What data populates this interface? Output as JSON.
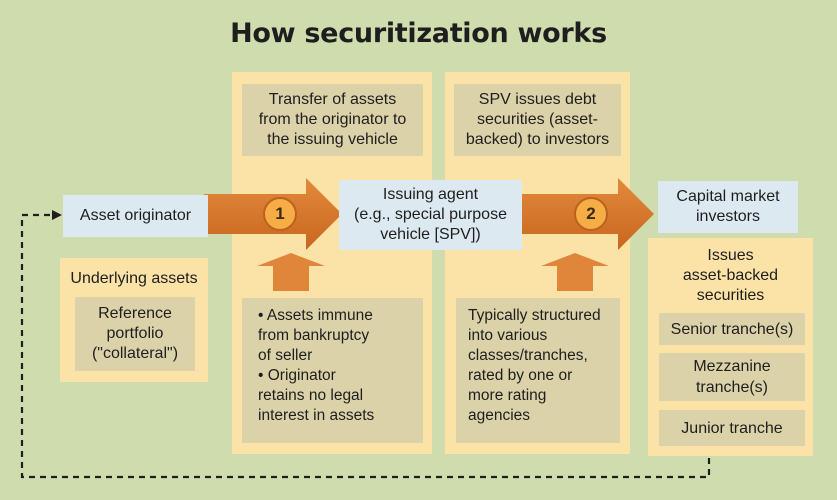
{
  "title": "How securitization works",
  "step1": {
    "number": "1",
    "header": [
      "Transfer of assets",
      "from the originator to",
      "the issuing vehicle"
    ],
    "notes": [
      "• Assets immune",
      "from bankruptcy",
      "of seller",
      "• Originator",
      "retains no legal",
      "interest in assets"
    ]
  },
  "step2": {
    "number": "2",
    "header": [
      "SPV issues debt",
      "securities (asset-",
      "backed) to investors"
    ],
    "notes": [
      "Typically structured",
      "into various",
      "classes/tranches,",
      "rated by one or",
      "more rating",
      "agencies"
    ]
  },
  "originator": {
    "label": "Asset originator",
    "underlying_label": "Underlying assets",
    "reference": [
      "Reference",
      "portfolio",
      "(\"collateral\")"
    ]
  },
  "issuing_agent": [
    "Issuing agent",
    "(e.g., special purpose",
    "vehicle [SPV])"
  ],
  "investors": {
    "label": [
      "Capital market",
      "investors"
    ],
    "issues": [
      "Issues",
      "asset-backed",
      "securities"
    ],
    "tranches": [
      [
        "Senior tranche(s)"
      ],
      [
        "Mezzanine",
        "tranche(s)"
      ],
      [
        "Junior tranche"
      ]
    ]
  },
  "colors": {
    "background": "#cfdcae",
    "column": "#fbe2a6",
    "note": "#dcd2a9",
    "box_blue": "#dde9f1",
    "arrow_orange": "#d97a30",
    "badge": "#f6ad45"
  }
}
